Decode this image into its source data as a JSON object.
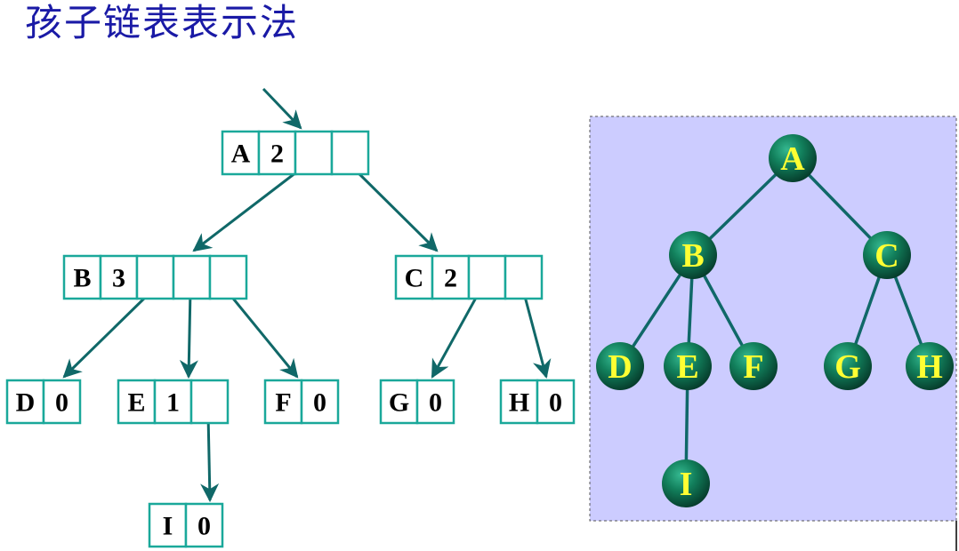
{
  "title": "孩子链表表示法",
  "colors": {
    "title": "#1a1aa6",
    "box_border": "#1aa89a",
    "arrow": "#106868",
    "panel_bg": "#ccccff",
    "node_fill": "#0f6d4f",
    "node_text": "#ffff33"
  },
  "linked_list": {
    "nodes": [
      {
        "id": "A",
        "label": "A",
        "count": "2"
      },
      {
        "id": "B",
        "label": "B",
        "count": "3"
      },
      {
        "id": "C",
        "label": "C",
        "count": "2"
      },
      {
        "id": "D",
        "label": "D",
        "count": "0"
      },
      {
        "id": "E",
        "label": "E",
        "count": "1"
      },
      {
        "id": "F",
        "label": "F",
        "count": "0"
      },
      {
        "id": "G",
        "label": "G",
        "count": "0"
      },
      {
        "id": "H",
        "label": "H",
        "count": "0"
      },
      {
        "id": "I",
        "label": "I",
        "count": "0"
      }
    ]
  },
  "tree": {
    "nodes": [
      "A",
      "B",
      "C",
      "D",
      "E",
      "F",
      "G",
      "H",
      "I"
    ],
    "edges": [
      [
        "A",
        "B"
      ],
      [
        "A",
        "C"
      ],
      [
        "B",
        "D"
      ],
      [
        "B",
        "E"
      ],
      [
        "B",
        "F"
      ],
      [
        "C",
        "G"
      ],
      [
        "C",
        "H"
      ],
      [
        "E",
        "I"
      ]
    ]
  }
}
